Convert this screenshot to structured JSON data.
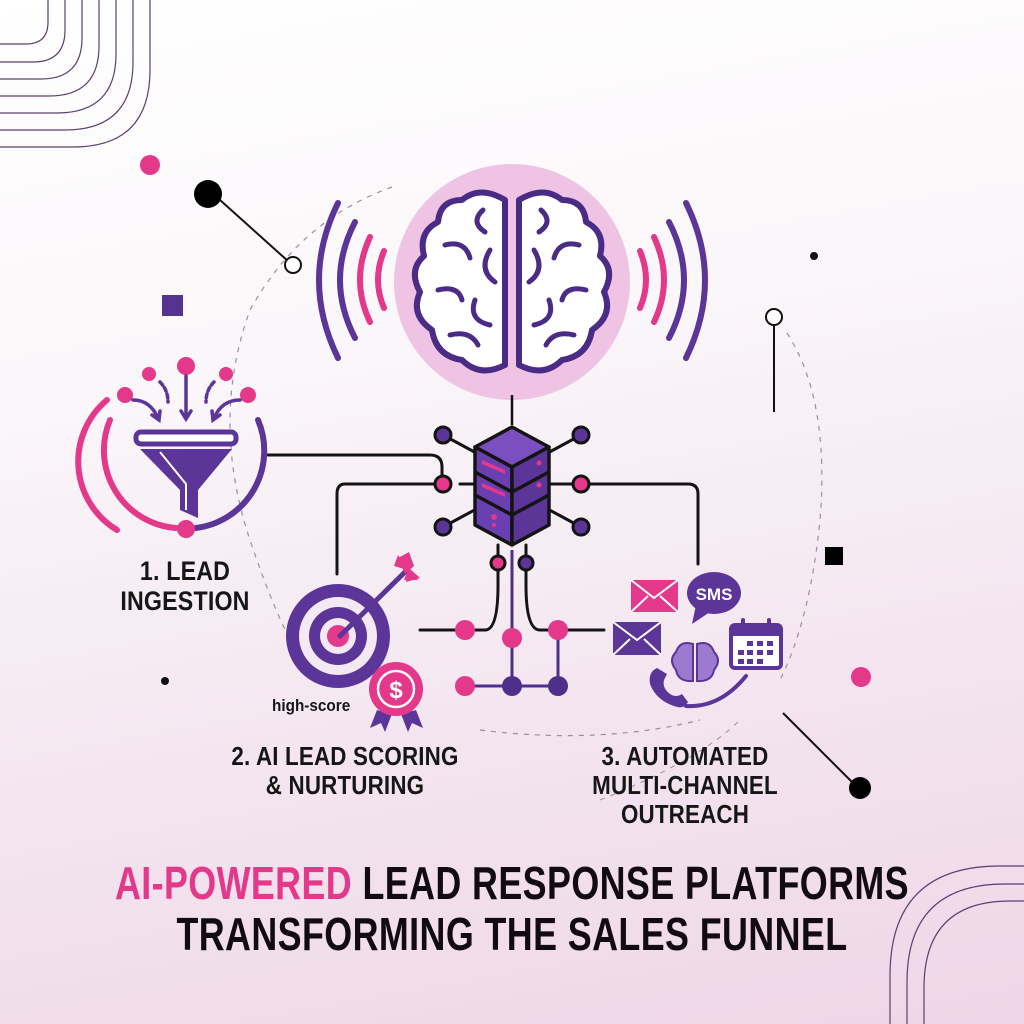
{
  "title": {
    "accent": "AI-POWERED",
    "line1_rest": " LEAD RESPONSE PLATFORMS",
    "line2": "TRANSFORMING THE SALES FUNNEL"
  },
  "steps": [
    {
      "number": "1.",
      "line1": "1. LEAD",
      "line2": "INGESTION",
      "icon": "funnel-icon"
    },
    {
      "number": "2.",
      "line1": "2. AI LEAD SCORING",
      "line2": "& NURTURING",
      "icon": "target-icon"
    },
    {
      "number": "3.",
      "line1": "3. AUTOMATED",
      "line2": "MULTI-CHANNEL",
      "line3": "OUTREACH",
      "icon": "multichannel-icon"
    }
  ],
  "center": {
    "icon": "brain-icon",
    "hub_icon": "server-icon"
  },
  "badges": {
    "score_tag": "high-score",
    "dollar_symbol": "$",
    "sms_label": "SMS"
  },
  "colors": {
    "purple": "#5b3597",
    "pink": "#e4388a",
    "light_pink_circle": "#efc3e4",
    "ink": "#161616",
    "background_top": "#ffffff",
    "background_bottom": "#efd6e8"
  }
}
